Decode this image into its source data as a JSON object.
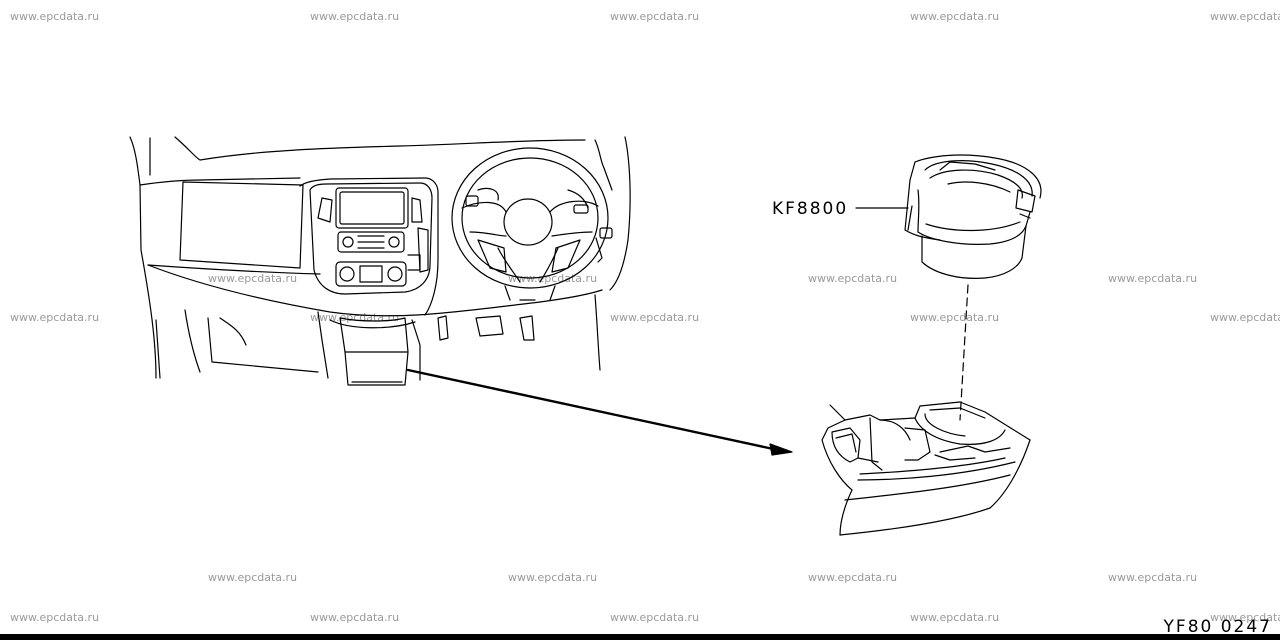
{
  "watermark": "www.epcdata.ru",
  "part_number": "KF8800",
  "figure_code": "YF80 0247",
  "diagram": {
    "callouts": [
      {
        "label": "KF8800",
        "target": "cup-holder-insert"
      }
    ],
    "components": [
      "instrument-panel",
      "cup-holder-insert",
      "cup-holder-tray"
    ]
  }
}
